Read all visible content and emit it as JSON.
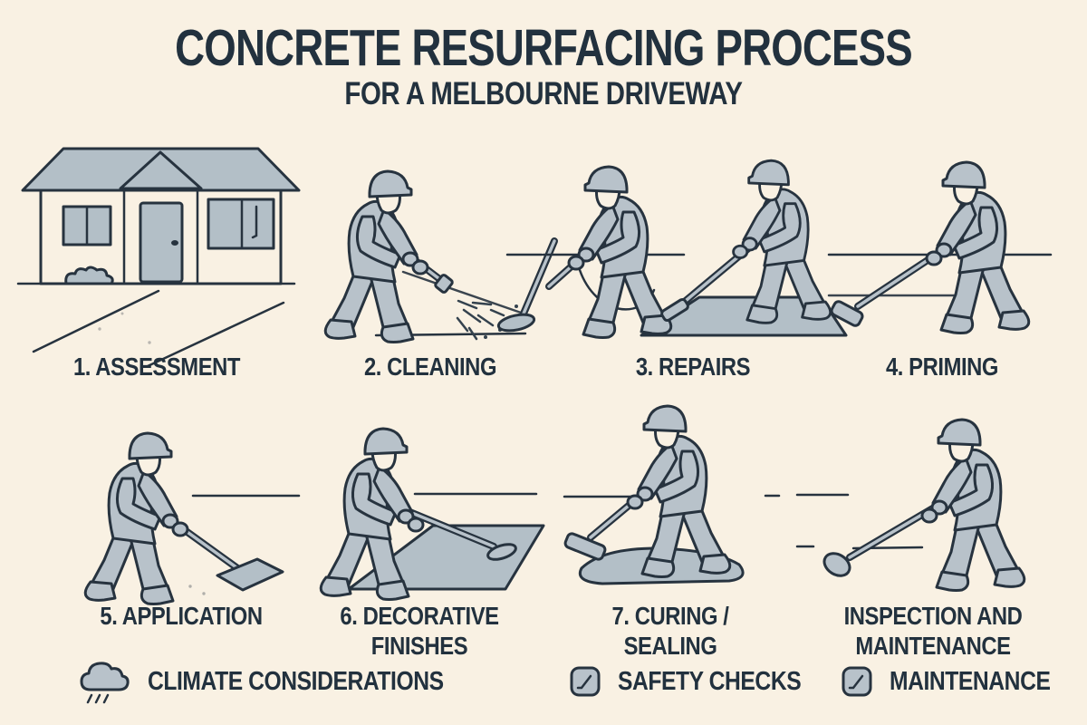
{
  "page": {
    "title": "CONCRETE RESURFACING PROCESS",
    "subtitle": "FOR A MELBOURNE DRIVEWAY"
  },
  "steps": [
    {
      "id": 1,
      "label": "1. ASSESSMENT",
      "illustration": "house-with-driveway"
    },
    {
      "id": 2,
      "label": "2. CLEANING",
      "illustration": "worker-pressure-washing"
    },
    {
      "id": 3,
      "label": "3. REPAIRS",
      "illustration": "workers-patching-concrete"
    },
    {
      "id": 4,
      "label": "4. PRIMING",
      "illustration": "worker-rolling-primer"
    },
    {
      "id": 5,
      "label": "5. APPLICATION",
      "illustration": "worker-applying-overlay"
    },
    {
      "id": 6,
      "label": "6. DECORATIVE FINISHES",
      "illustration": "worker-spreading-decorative-finish"
    },
    {
      "id": 7,
      "label": "7. CURING / SEALING",
      "illustration": "worker-sealing-surface"
    },
    {
      "id": 8,
      "label": "INSPECTION AND MAINTENANCE",
      "illustration": "worker-inspecting-surface"
    }
  ],
  "footer": {
    "items": [
      {
        "icon": "rain-cloud-icon",
        "label": "CLIMATE CONSIDERATIONS"
      },
      {
        "icon": "checkbox-icon",
        "label": "SAFETY CHECKS"
      },
      {
        "icon": "checkbox-icon",
        "label": "MAINTENANCE"
      }
    ]
  },
  "colors": {
    "background": "#f9f1e3",
    "ink": "#22313e",
    "figure_fill": "#b8c2ca",
    "surface_fill": "#b3bfc7"
  }
}
